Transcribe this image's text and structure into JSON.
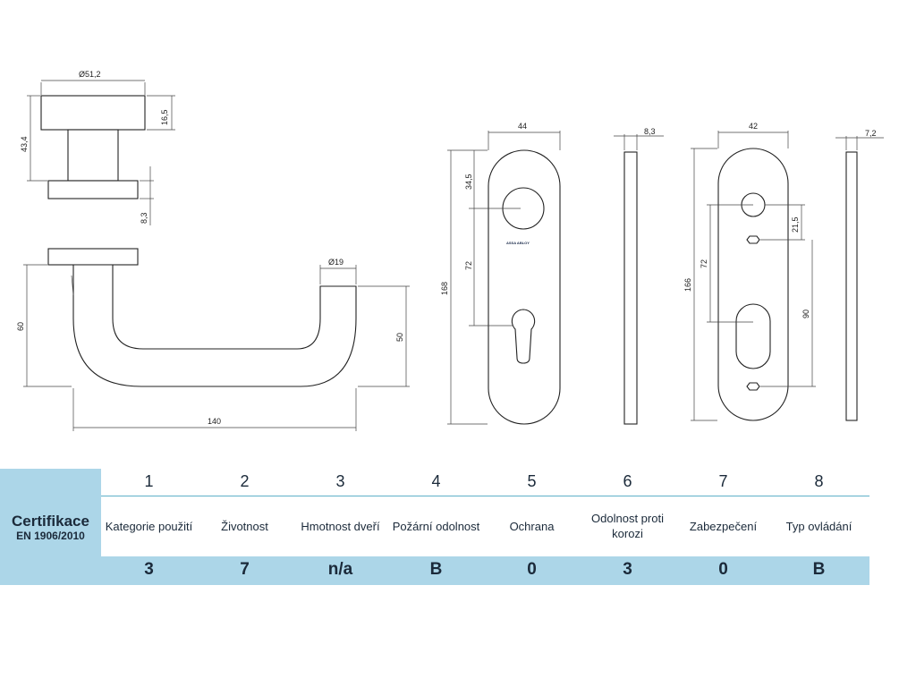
{
  "dimensions": {
    "rose_diameter": "Ø51,2",
    "rose_height": "16,5",
    "rose_total": "43,4",
    "rose_base": "8,3",
    "lever_height": "60",
    "lever_diameter": "Ø19",
    "lever_drop": "50",
    "lever_length": "140",
    "plate1_width": "44",
    "plate1_thickness": "8,3",
    "plate1_top": "34,5",
    "plate1_spacing": "72",
    "plate1_height": "168",
    "plate2_width": "42",
    "plate2_thickness": "7,2",
    "plate2_top": "21,5",
    "plate2_spacing": "72",
    "plate2_screw": "90",
    "plate2_height": "166",
    "brand": "ASSA ABLOY"
  },
  "certification": {
    "title": "Certifikace",
    "subtitle": "EN 1906/2010",
    "columns": [
      {
        "num": "1",
        "label": "Kategorie použití",
        "value": "3"
      },
      {
        "num": "2",
        "label": "Životnost",
        "value": "7"
      },
      {
        "num": "3",
        "label": "Hmotnost dveří",
        "value": "n/a"
      },
      {
        "num": "4",
        "label": "Požární odolnost",
        "value": "B"
      },
      {
        "num": "5",
        "label": "Ochrana",
        "value": "0"
      },
      {
        "num": "6",
        "label": "Odolnost proti korozi",
        "value": "3"
      },
      {
        "num": "7",
        "label": "Zabezpečení",
        "value": "0"
      },
      {
        "num": "8",
        "label": "Typ ovládání",
        "value": "B"
      }
    ]
  }
}
